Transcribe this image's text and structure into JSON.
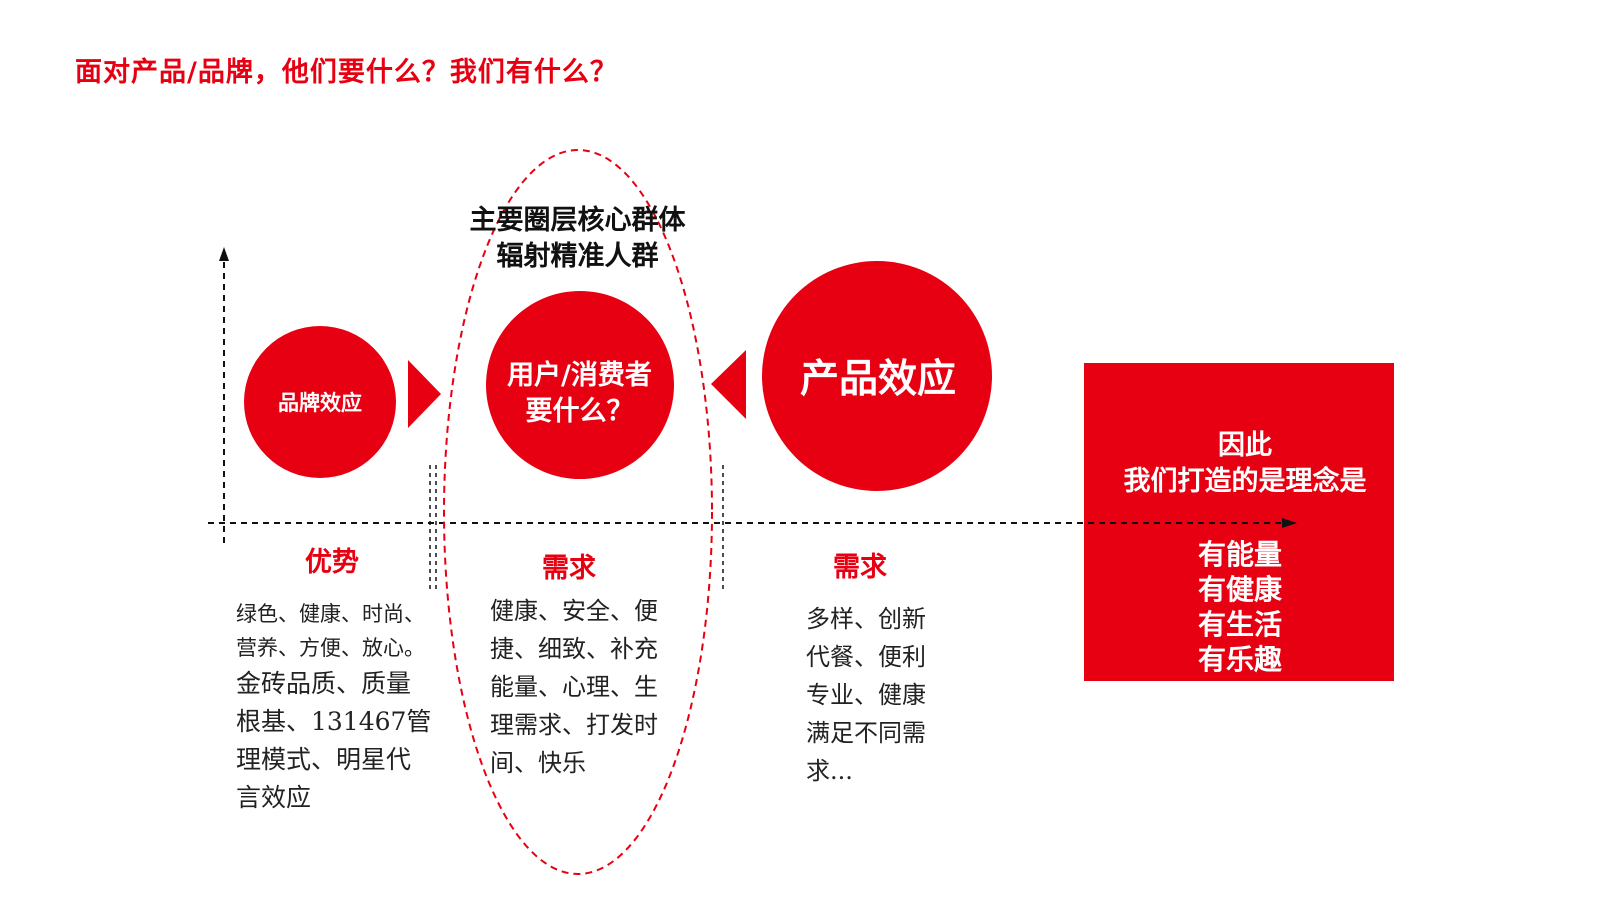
{
  "title": "面对产品/品牌，他们要什么？我们有什么？",
  "colors": {
    "accent": "#e60012",
    "text": "#111111",
    "background": "#ffffff"
  },
  "diagram": {
    "core_group": [
      "主要圈层核心群体",
      "辐射精准人群"
    ],
    "brand_circle": "品牌效应",
    "user_circle": [
      "用户/消费者",
      "要什么？"
    ],
    "product_circle": "产品效应",
    "advantage": {
      "heading": "优势",
      "lines_small": [
        "绿色、健康、时尚、",
        "营养、方便、放心。"
      ],
      "lines_large": [
        "金砖品质、质量",
        "根基、131467管",
        "理模式、明星代",
        "言效应"
      ]
    },
    "user_needs": {
      "heading": "需求",
      "lines": [
        "健康、安全、便",
        "捷、细致、补充",
        "能量、心理、生",
        "理需求、打发时",
        "间、快乐"
      ]
    },
    "product_needs": {
      "heading": "需求",
      "lines": [
        "多样、创新",
        "代餐、便利",
        "专业、健康",
        "满足不同需",
        "求..."
      ]
    },
    "conclusion": {
      "intro": [
        "因此",
        "我们打造的是理念是"
      ],
      "values": [
        "有能量",
        "有健康",
        "有生活",
        "有乐趣"
      ]
    }
  }
}
